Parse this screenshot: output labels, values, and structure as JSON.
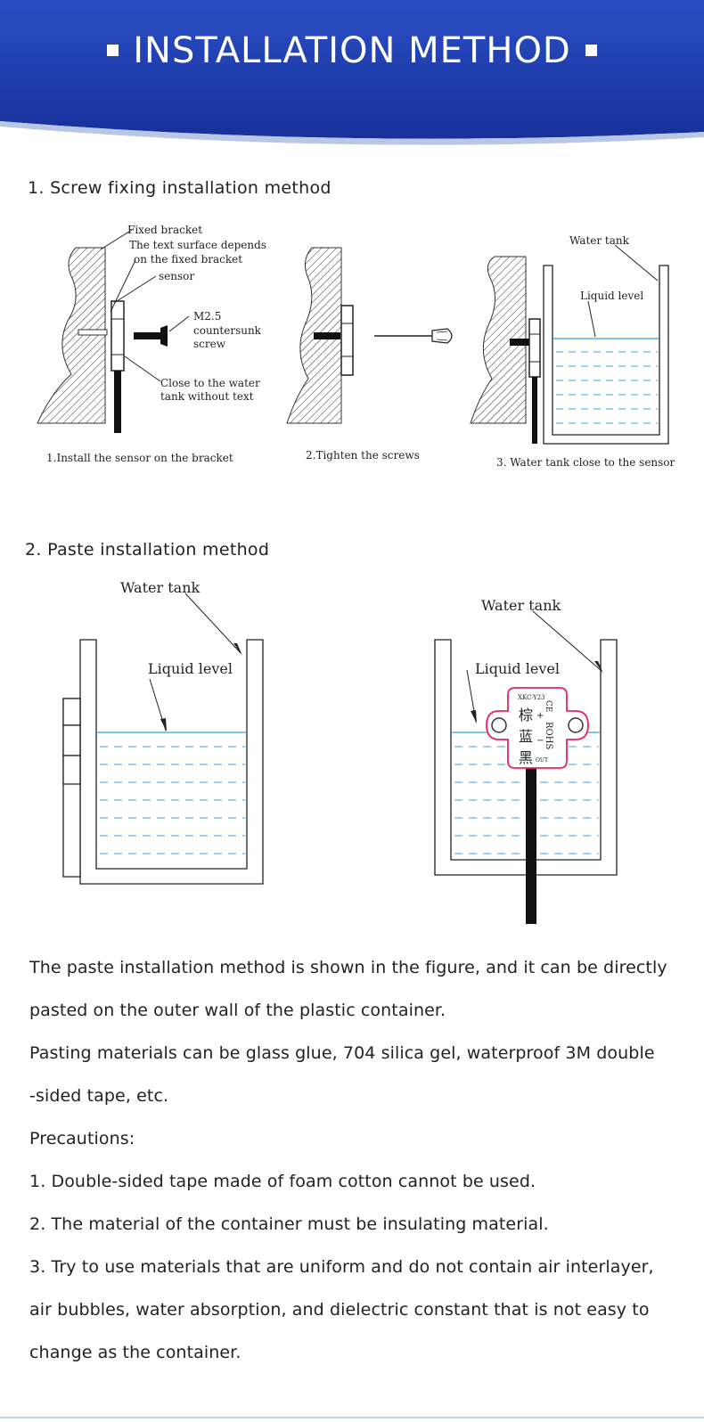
{
  "banner": {
    "title": "INSTALLATION METHOD",
    "bg_color": "#1e3ba8"
  },
  "section1": {
    "heading": "1. Screw fixing installation method",
    "fig1": {
      "label_fixed_bracket": "Fixed bracket",
      "label_text_surface_1": "The text surface depends",
      "label_text_surface_2": "on the fixed bracket",
      "label_sensor": "sensor",
      "label_screw_1": "M2.5",
      "label_screw_2": "countersunk",
      "label_screw_3": "screw",
      "label_close_1": "Close to the water",
      "label_close_2": "tank without text",
      "caption": "1.Install the sensor on the bracket"
    },
    "fig2": {
      "caption": "2.Tighten the screws"
    },
    "fig3": {
      "label_water_tank": "Water tank",
      "label_liquid_level": "Liquid level",
      "caption": "3. Water tank close to the sensor"
    }
  },
  "section2": {
    "heading": "2. Paste installation method",
    "fig_left": {
      "label_water_tank": "Water tank",
      "label_liquid_level": "Liquid level"
    },
    "fig_right": {
      "label_water_tank": "Water tank",
      "label_liquid_level": "Liquid level",
      "sensor_model": "XKC-Y23",
      "sensor_wire_1": "棕",
      "sensor_wire_2": "蓝",
      "sensor_wire_3": "黑",
      "sensor_plus": "+",
      "sensor_minus": "−",
      "sensor_out": "OUT",
      "sensor_rohs": "ROHS",
      "sensor_ce": "CE"
    }
  },
  "body_text": {
    "p1_line1": "The paste installation method is shown in the figure, and it can be directly",
    "p1_line2": "pasted on the outer wall of the plastic container.",
    "p2_line1": "Pasting materials can be glass glue, 704 silica gel, waterproof 3M double",
    "p2_line2": "-sided tape, etc.",
    "precautions": "Precautions:",
    "item1": "1. Double-sided tape made of foam cotton cannot be used.",
    "item2": "2. The material of the container must be insulating material.",
    "item3_line1": "3. Try to use materials that are uniform and do not contain air interlayer,",
    "item3_line2": "air bubbles, water absorption, and dielectric constant that is not easy to",
    "item3_line3": "change as the container."
  },
  "colors": {
    "water_line": "#3aa0dd",
    "sensor_accent": "#e8245c"
  }
}
